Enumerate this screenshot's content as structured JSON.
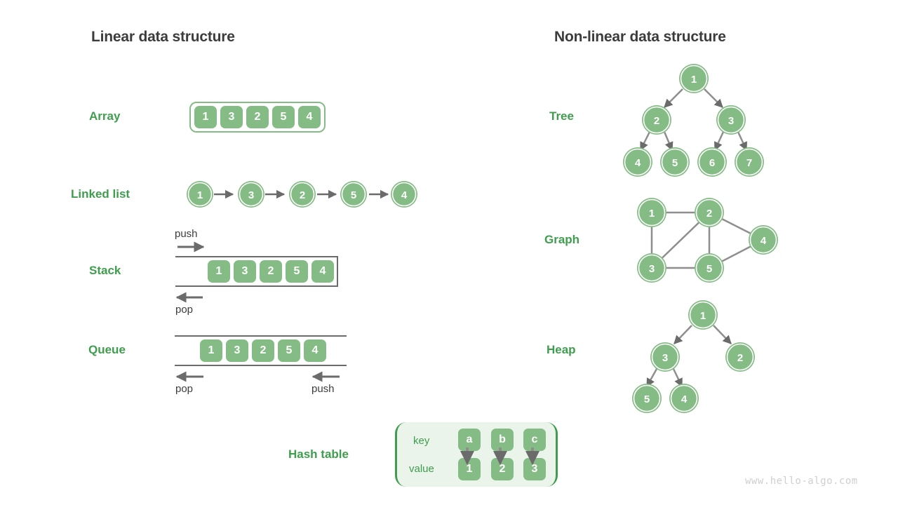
{
  "titles": {
    "linear": "Linear data structure",
    "nonlinear": "Non-linear data structure"
  },
  "labels": {
    "array": "Array",
    "linked_list": "Linked list",
    "stack": "Stack",
    "queue": "Queue",
    "hash_table": "Hash table",
    "tree": "Tree",
    "graph": "Graph",
    "heap": "Heap"
  },
  "operations": {
    "stack_push": "push",
    "stack_pop": "pop",
    "queue_pop": "pop",
    "queue_push": "push"
  },
  "array": {
    "values": [
      "1",
      "3",
      "2",
      "5",
      "4"
    ]
  },
  "linked_list": {
    "values": [
      "1",
      "3",
      "2",
      "5",
      "4"
    ]
  },
  "stack": {
    "values": [
      "1",
      "3",
      "2",
      "5",
      "4"
    ]
  },
  "queue": {
    "values": [
      "1",
      "3",
      "2",
      "5",
      "4"
    ]
  },
  "hash_table": {
    "key_label": "key",
    "value_label": "value",
    "keys": [
      "a",
      "b",
      "c"
    ],
    "values": [
      "1",
      "2",
      "3"
    ]
  },
  "tree": {
    "nodes": [
      "1",
      "2",
      "3",
      "4",
      "5",
      "6",
      "7"
    ],
    "edges": [
      [
        0,
        1
      ],
      [
        0,
        2
      ],
      [
        1,
        3
      ],
      [
        1,
        4
      ],
      [
        2,
        5
      ],
      [
        2,
        6
      ]
    ]
  },
  "graph": {
    "nodes": [
      "1",
      "2",
      "3",
      "4",
      "5"
    ],
    "edges": [
      [
        0,
        1
      ],
      [
        0,
        2
      ],
      [
        1,
        2
      ],
      [
        1,
        4
      ],
      [
        1,
        3
      ],
      [
        2,
        4
      ],
      [
        4,
        3
      ]
    ]
  },
  "heap": {
    "nodes": [
      "1",
      "3",
      "2",
      "5",
      "4"
    ],
    "edges": [
      [
        0,
        1
      ],
      [
        0,
        2
      ],
      [
        1,
        3
      ],
      [
        1,
        4
      ]
    ]
  },
  "watermark": "www.hello-algo.com",
  "colors": {
    "node_fill": "#85bc85",
    "label_green": "#3f9e4d",
    "panel_bg": "#eaf4ea",
    "arrow_gray": "#6b6b6b",
    "title_dark": "#3c3c3c"
  }
}
